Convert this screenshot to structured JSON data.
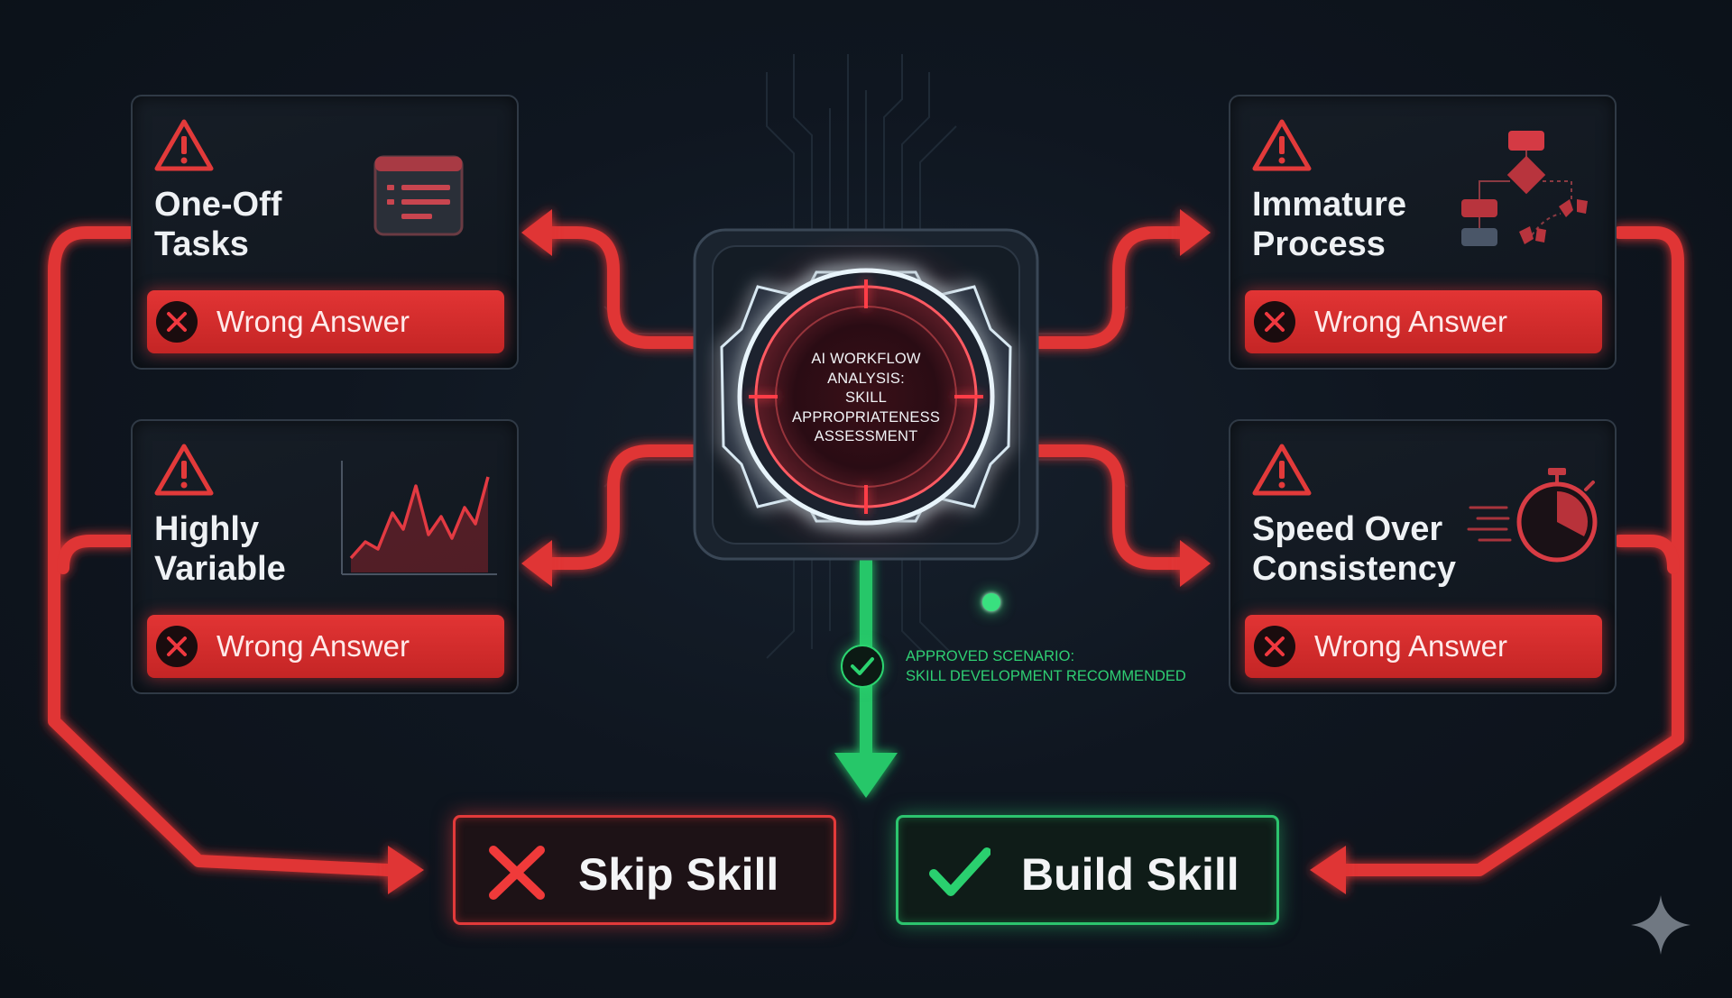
{
  "hub": {
    "lines": [
      "AI WORKFLOW",
      "ANALYSIS:",
      "SKILL",
      "APPROPRIATENESS",
      "ASSESSMENT"
    ]
  },
  "cards": [
    {
      "id": "one-off-tasks",
      "title_lines": [
        "One-Off",
        "Tasks"
      ],
      "answer": "Wrong Answer",
      "icon": "list-window-icon"
    },
    {
      "id": "highly-variable",
      "title_lines": [
        "Highly",
        "Variable"
      ],
      "answer": "Wrong Answer",
      "icon": "volatile-chart-icon"
    },
    {
      "id": "immature-process",
      "title_lines": [
        "Immature",
        "Process"
      ],
      "answer": "Wrong Answer",
      "icon": "broken-flowchart-icon"
    },
    {
      "id": "speed-over-consistency",
      "title_lines": [
        "Speed Over",
        "Consistency"
      ],
      "answer": "Wrong Answer",
      "icon": "stopwatch-icon"
    }
  ],
  "approved": {
    "lines": [
      "APPROVED SCENARIO:",
      "SKILL DEVELOPMENT RECOMMENDED"
    ]
  },
  "outcomes": {
    "skip": {
      "label": "Skip Skill",
      "icon": "cross-icon"
    },
    "build": {
      "label": "Build Skill",
      "icon": "check-icon"
    }
  },
  "colors": {
    "danger": "#e23434",
    "success": "#2cc46e",
    "hub_glow": "#bfe9ff",
    "background": "#0f1620"
  }
}
